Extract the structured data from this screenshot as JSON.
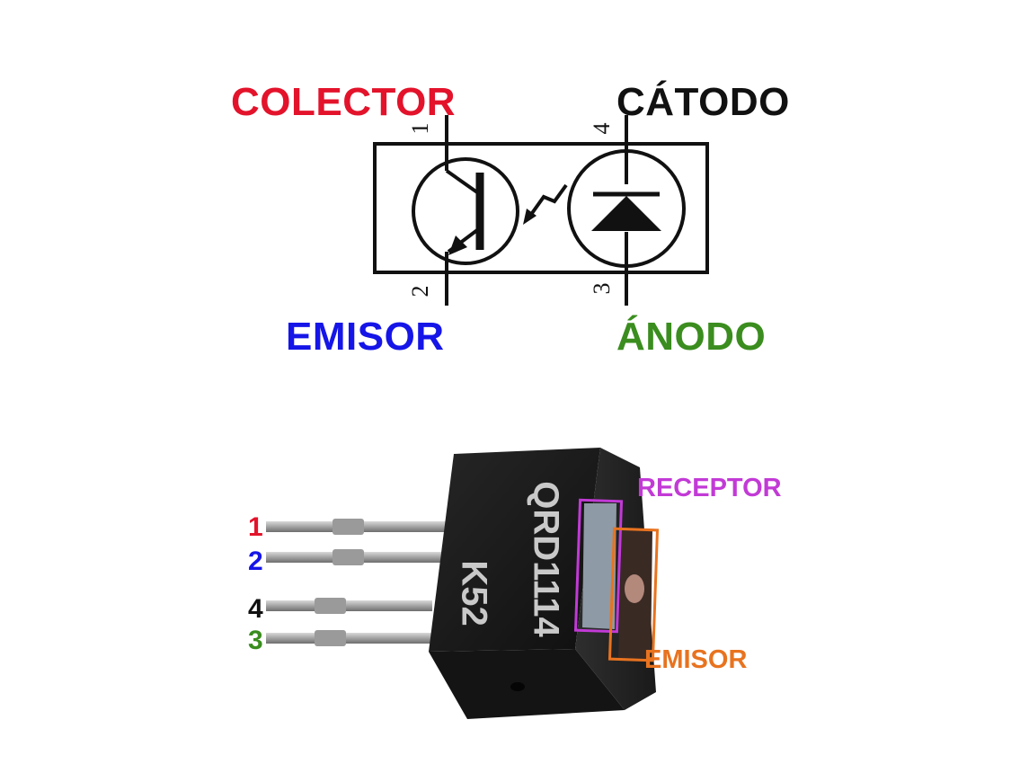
{
  "schematic": {
    "labels": {
      "collector": "COLECTOR",
      "cathode": "CÁTODO",
      "emitter": "EMISOR",
      "anode": "ÁNODO"
    },
    "pins": {
      "p1": "1",
      "p2": "2",
      "p3": "3",
      "p4": "4"
    }
  },
  "component": {
    "marking_line1": "QRD1114",
    "marking_line2": "K52",
    "pin_labels": [
      "1",
      "2",
      "4",
      "3"
    ],
    "receptor_label": "RECEPTOR",
    "emitter_label": "EMISOR"
  },
  "colors": {
    "collector": "#e3132b",
    "cathode": "#111111",
    "emitter": "#1515e8",
    "anode": "#3a8d1e",
    "receptor": "#c23ad6",
    "emitter_led": "#e8731f"
  }
}
